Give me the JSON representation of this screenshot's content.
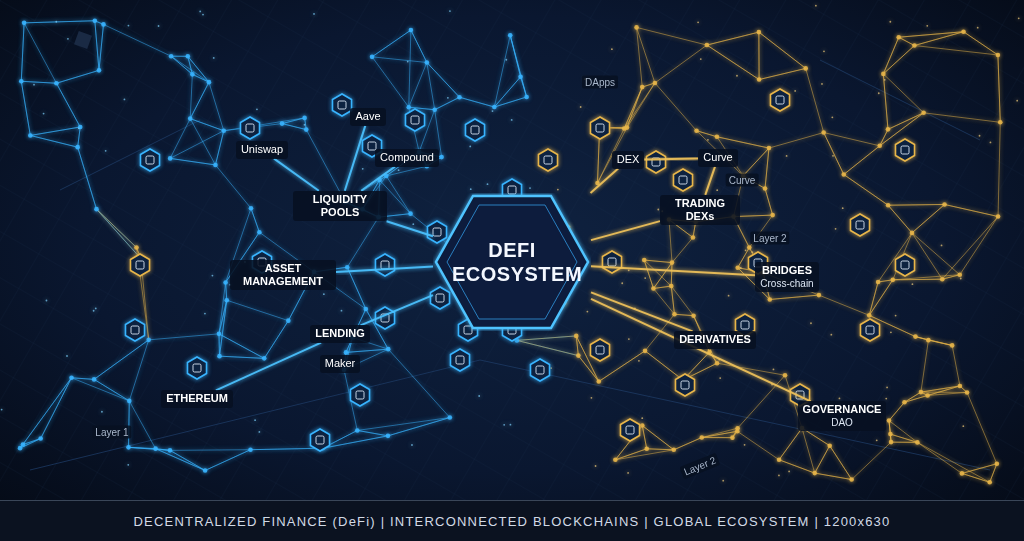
{
  "diagram": {
    "caption": "DECENTRALIZED FINANCE (DeFi) | INTERCONNECTED BLOCKCHAINS | GLOBAL ECOSYSTEM | 1200x630",
    "nodes": [
      {
        "text": [
          "DEFI ECOSYSTEM"
        ]
      },
      {
        "text": [
          "Aave"
        ]
      },
      {
        "text": [
          "Uniswap"
        ]
      },
      {
        "text": [
          "Compound"
        ]
      },
      {
        "text": [
          "LIQUIDITY POOLS"
        ]
      },
      {
        "text": [
          "ASSET MANAGEMENT"
        ]
      },
      {
        "text": [
          "LENDING"
        ]
      },
      {
        "text": [
          "Maker"
        ]
      },
      {
        "text": [
          "ETHEREUM"
        ]
      },
      {
        "text": [
          "DEX"
        ]
      },
      {
        "text": [
          "Curve"
        ]
      },
      {
        "text": [
          "TRADING DEXs"
        ]
      },
      {
        "text": [
          "BRIDGES",
          "Cross-chain"
        ]
      },
      {
        "text": [
          "DERIVATIVES"
        ]
      },
      {
        "text": [
          "GOVERNANCE",
          "DAO"
        ]
      }
    ],
    "edges": [
      {
        "from": 0,
        "to": 4,
        "arrow": "none"
      },
      {
        "from": 0,
        "to": 5,
        "arrow": "none"
      },
      {
        "from": 0,
        "to": 6,
        "arrow": "none"
      },
      {
        "from": 0,
        "to": 9,
        "arrow": "none"
      },
      {
        "from": 0,
        "to": 11,
        "arrow": "none"
      },
      {
        "from": 0,
        "to": 12,
        "arrow": "none"
      },
      {
        "from": 0,
        "to": 13,
        "arrow": "none"
      },
      {
        "from": 0,
        "to": 14,
        "arrow": "none"
      },
      {
        "from": 1,
        "to": 4,
        "arrow": "none"
      },
      {
        "from": 2,
        "to": 4,
        "arrow": "none"
      },
      {
        "from": 3,
        "to": 4,
        "arrow": "none"
      },
      {
        "from": 6,
        "to": 7,
        "arrow": "none"
      },
      {
        "from": 8,
        "to": 6,
        "arrow": "none"
      },
      {
        "from": 9,
        "to": 10,
        "arrow": "none"
      },
      {
        "from": 10,
        "to": 11,
        "arrow": "none"
      }
    ],
    "labels": [
      "DApps",
      "Curve",
      "Layer 2",
      "Layer 1",
      "Layer 2"
    ]
  }
}
